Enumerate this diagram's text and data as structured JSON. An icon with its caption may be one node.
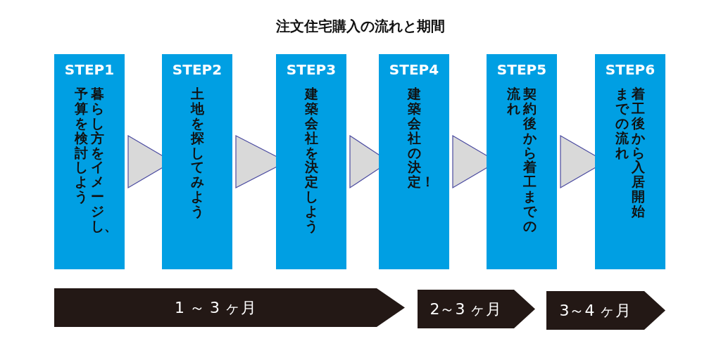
{
  "diagram": {
    "title": "注文住宅購入の流れと期間",
    "nodes": [
      {
        "text": [
          "STEP1",
          "暮らし方をイメージし、予算を検討しよう"
        ]
      },
      {
        "text": [
          "STEP2",
          "土地を探してみよう"
        ]
      },
      {
        "text": [
          "STEP3",
          "建築会社を決定しよう"
        ]
      },
      {
        "text": [
          "STEP4",
          "建築会社の決定！"
        ]
      },
      {
        "text": [
          "STEP5",
          "契約後から着工までの流れ"
        ]
      },
      {
        "text": [
          "STEP6",
          "着工後から入居開始までの流れ"
        ]
      },
      {
        "text": [
          "1 ～ 3 ヶ月"
        ]
      },
      {
        "text": [
          "2～3 ヶ月"
        ]
      },
      {
        "text": [
          "3～4 ヶ月"
        ]
      }
    ],
    "edges": [
      {
        "from": 0,
        "to": 1,
        "arrow": "to"
      },
      {
        "from": 1,
        "to": 2,
        "arrow": "to"
      },
      {
        "from": 2,
        "to": 3,
        "arrow": "to"
      },
      {
        "from": 3,
        "to": 4,
        "arrow": "to"
      },
      {
        "from": 4,
        "to": 5,
        "arrow": "to"
      }
    ]
  }
}
